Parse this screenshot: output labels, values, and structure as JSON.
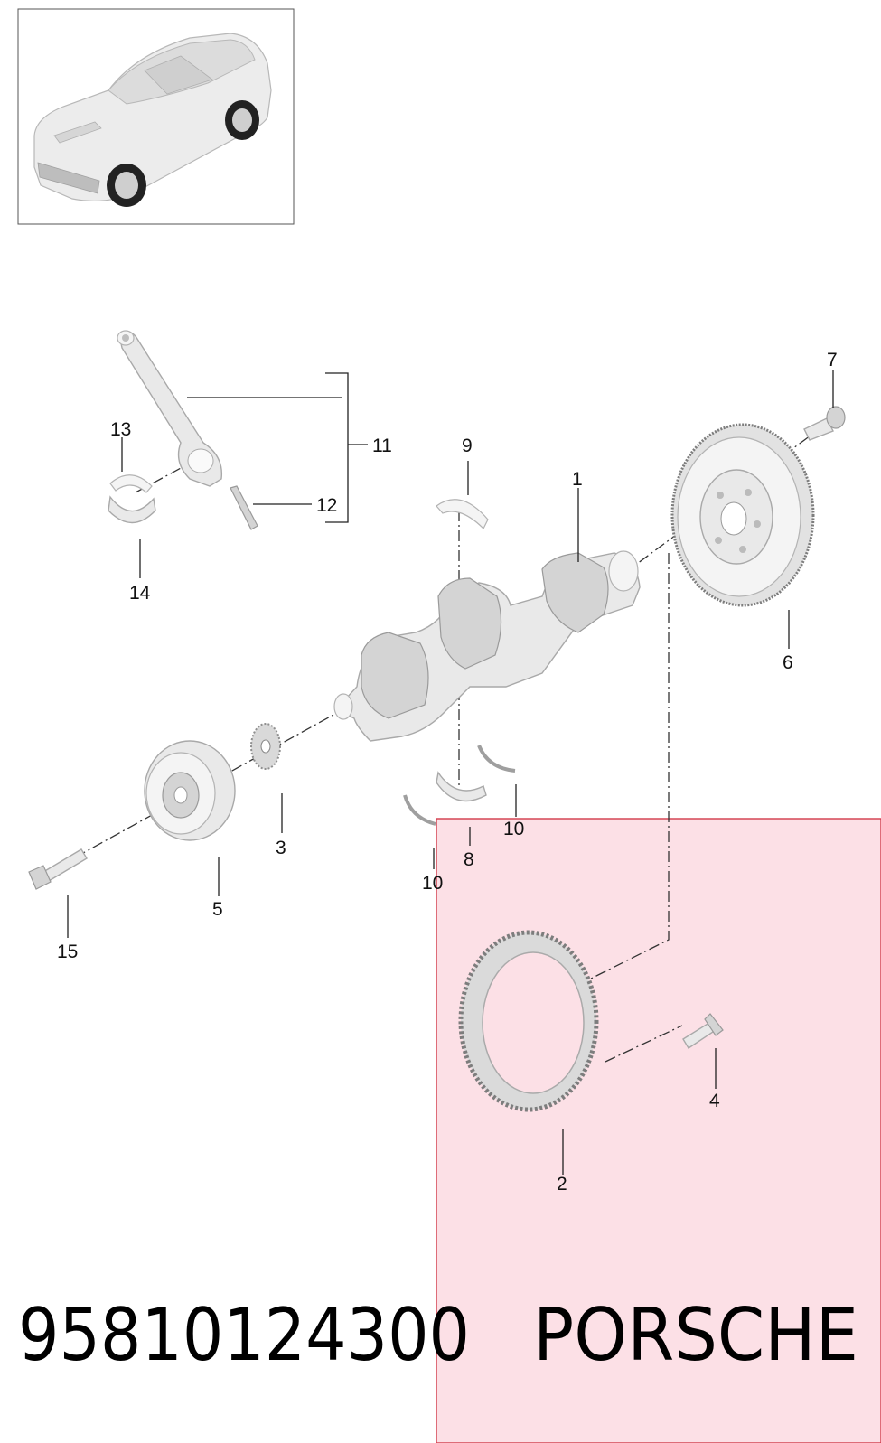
{
  "diagram": {
    "part_number": "95810124300",
    "brand": "PORSCHE",
    "highlight_color": "#fce0e6",
    "highlight_border": "#d23a4a",
    "callouts": [
      "1",
      "2",
      "3",
      "4",
      "5",
      "6",
      "7",
      "8",
      "9",
      "10",
      "10",
      "11",
      "12",
      "13",
      "14",
      "15"
    ]
  }
}
